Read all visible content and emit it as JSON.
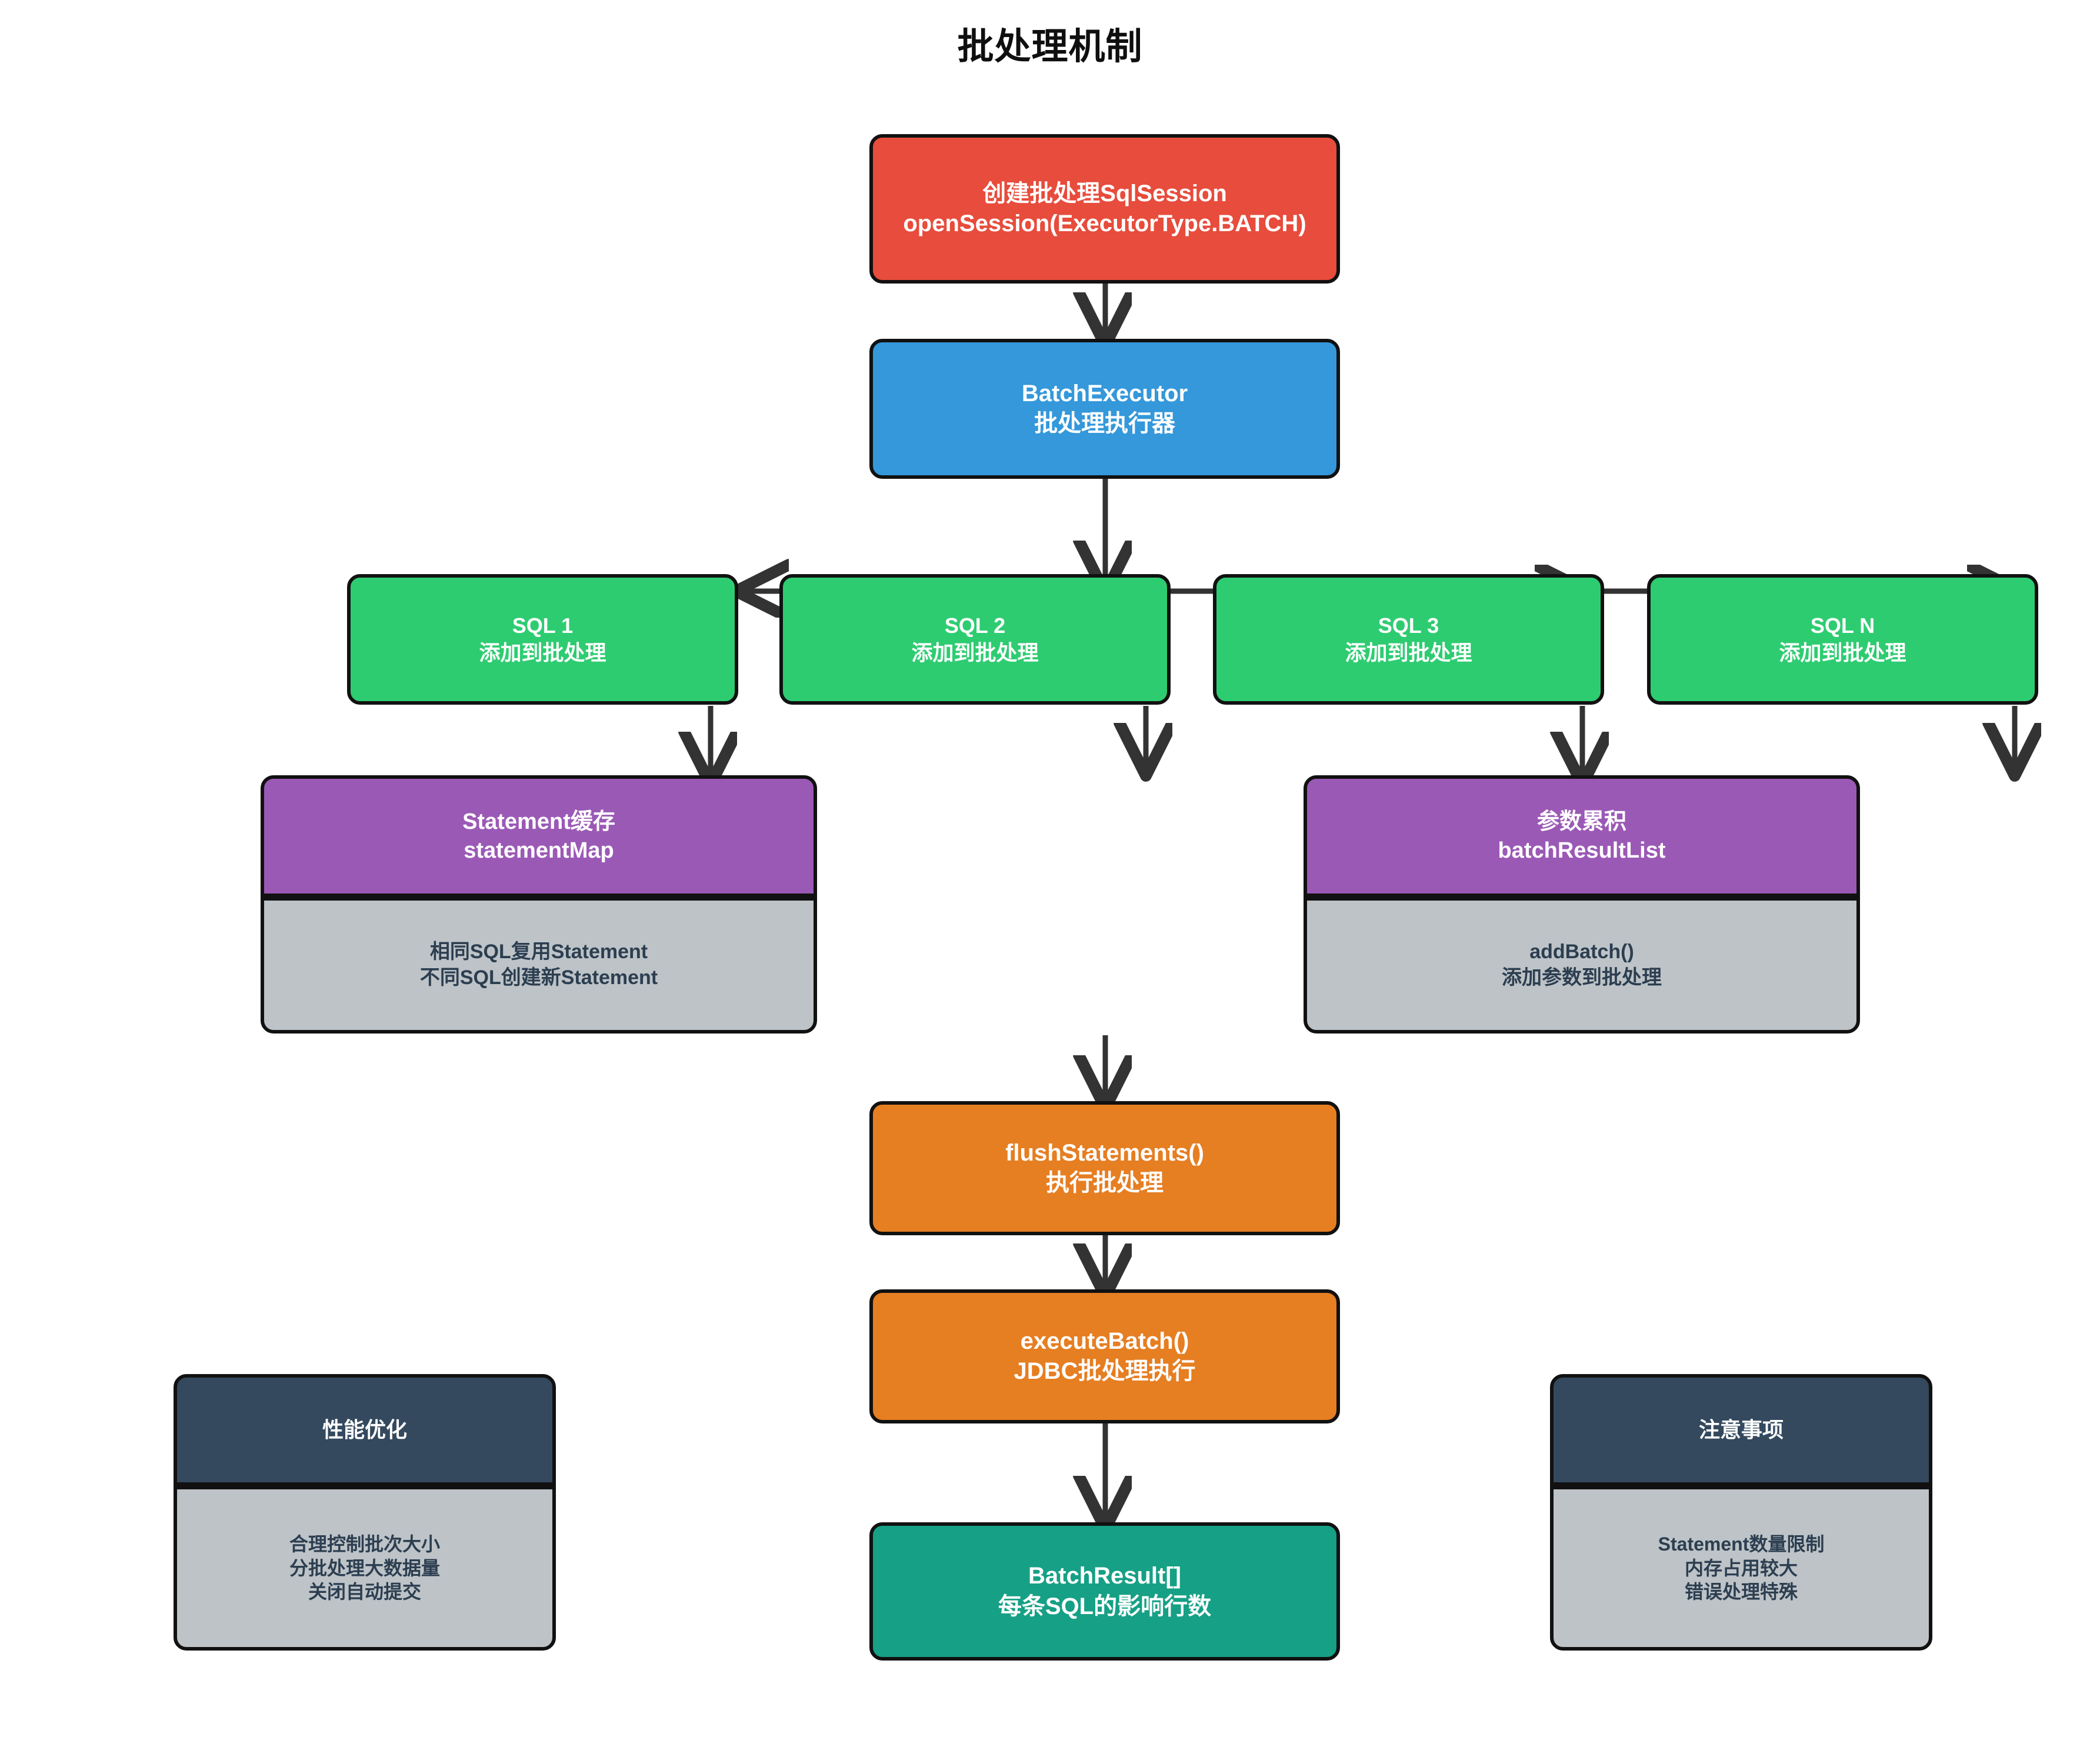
{
  "title": "批处理机制",
  "colors": {
    "red": "#e74c3c",
    "blue": "#3498db",
    "green": "#2ecc71",
    "purple": "#9b59b6",
    "orange": "#e67e22",
    "teal": "#16a085",
    "dark_slate": "#34495e",
    "gray": "#bdc3c7",
    "stroke": "#111111",
    "arrow": "#333333"
  },
  "nodes": {
    "session": {
      "line1": "创建批处理SqlSession",
      "line2": "openSession(ExecutorType.BATCH)"
    },
    "executor": {
      "line1": "BatchExecutor",
      "line2": "批处理执行器"
    },
    "sql1": {
      "line1": "SQL 1",
      "line2": "添加到批处理"
    },
    "sql2": {
      "line1": "SQL 2",
      "line2": "添加到批处理"
    },
    "sql3": {
      "line1": "SQL 3",
      "line2": "添加到批处理"
    },
    "sqln": {
      "line1": "SQL N",
      "line2": "添加到批处理"
    },
    "statement_cache": {
      "line1": "Statement缓存",
      "line2": "statementMap"
    },
    "statement_cache_note": {
      "line1": "相同SQL复用Statement",
      "line2": "不同SQL创建新Statement"
    },
    "param_accum": {
      "line1": "参数累积",
      "line2": "batchResultList"
    },
    "param_accum_note": {
      "line1": "addBatch()",
      "line2": "添加参数到批处理"
    },
    "flush": {
      "line1": "flushStatements()",
      "line2": "执行批处理"
    },
    "execute_batch": {
      "line1": "executeBatch()",
      "line2": "JDBC批处理执行"
    },
    "batch_result": {
      "line1": "BatchResult[]",
      "line2": "每条SQL的影响行数"
    },
    "perf_head": {
      "line1": "性能优化"
    },
    "perf_body": {
      "line1": "合理控制批次大小",
      "line2": "分批处理大数据量",
      "line3": "关闭自动提交"
    },
    "caution_head": {
      "line1": "注意事项"
    },
    "caution_body": {
      "line1": "Statement数量限制",
      "line2": "内存占用较大",
      "line3": "错误处理特殊"
    }
  }
}
